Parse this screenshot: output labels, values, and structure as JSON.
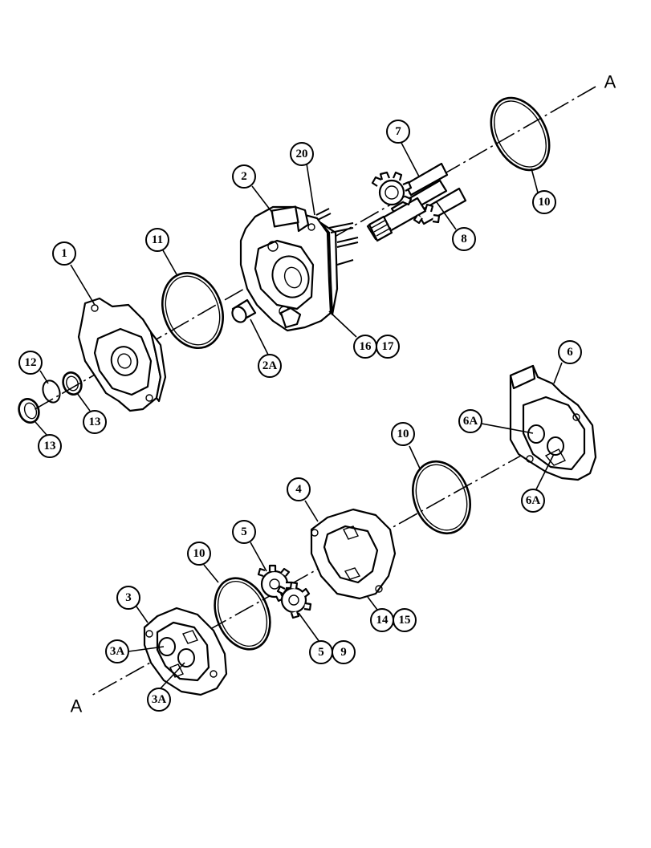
{
  "axis_labels": {
    "top": "A",
    "bottom": "A"
  },
  "callouts": {
    "c1": "1",
    "c2": "2",
    "c2a": "2A",
    "c3": "3",
    "c3a_upper": "3A",
    "c3a_lower": "3A",
    "c4": "4",
    "c5_upper": "5",
    "c5_lower": "5",
    "c6": "6",
    "c6a_upper": "6A",
    "c6a_lower": "6A",
    "c7": "7",
    "c8": "8",
    "c9": "9",
    "c10_top": "10",
    "c10_mid": "10",
    "c10_low": "10",
    "c11": "11",
    "c12": "12",
    "c13_right": "13",
    "c13_left": "13",
    "c14": "14",
    "c15": "15",
    "c16": "16",
    "c17": "17",
    "c20": "20"
  }
}
